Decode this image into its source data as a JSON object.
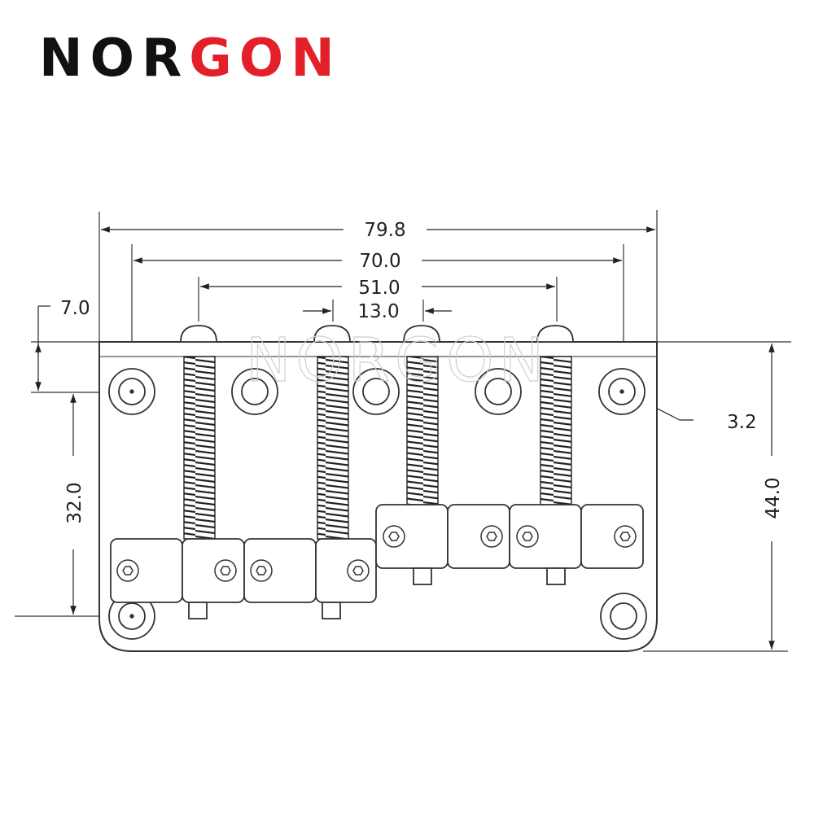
{
  "brand": {
    "part1": "NOR",
    "part2": "GON",
    "primary_color": "#111111",
    "accent_color": "#e3202a"
  },
  "watermark": "NORGON",
  "dimensions": {
    "overall_width": "79.8",
    "outer_hole_spacing": "70.0",
    "saddle_span": "51.0",
    "saddle_spacing": "13.0",
    "top_offset": "7.0",
    "hole_distance": "32.0",
    "hole_diameter": "3.2",
    "overall_depth": "44.0"
  }
}
